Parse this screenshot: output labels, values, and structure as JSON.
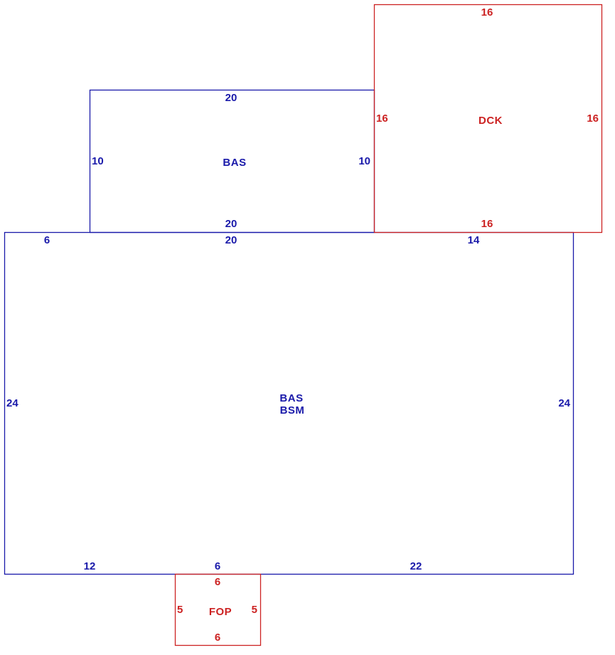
{
  "colors": {
    "blue": "#1a1aaa",
    "red": "#cc2222"
  },
  "sketch": {
    "dck": {
      "name": "DCK",
      "top": "16",
      "left": "16",
      "right": "16",
      "bottom": "16"
    },
    "bas_upper": {
      "name": "BAS",
      "top": "20",
      "left": "10",
      "right": "10",
      "bottom": "20"
    },
    "bas_bsm": {
      "name_line1": "BAS",
      "name_line2": "BSM",
      "top_left": "6",
      "top_mid": "20",
      "top_right": "14",
      "left": "24",
      "right": "24",
      "bottom_left": "12",
      "bottom_mid": "6",
      "bottom_right": "22"
    },
    "fop": {
      "name": "FOP",
      "top": "6",
      "left": "5",
      "right": "5",
      "bottom": "6"
    }
  }
}
